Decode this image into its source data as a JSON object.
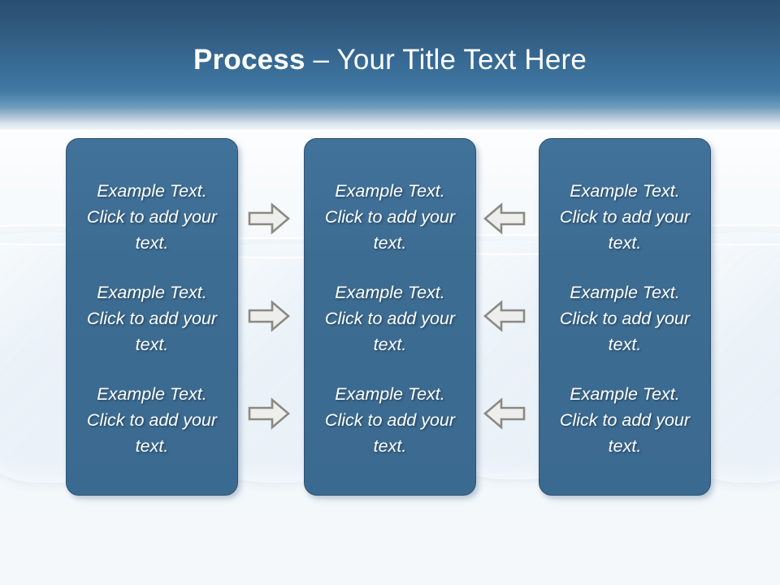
{
  "slide": {
    "title": {
      "bold_part": "Process",
      "dash": " – ",
      "rest": "Your Title Text Here",
      "full": "Process – Your Title Text Here"
    },
    "theme": {
      "header_top_color": "#2a4f73",
      "header_mid_color": "#3f78a3",
      "box_fill_color": "#3d6d93",
      "box_border_color": "#2d5172",
      "box_text_color": "#ffffff",
      "background_color": "#f4f8fb",
      "arrow_fill_color": "#ededeb",
      "arrow_border_color": "#8a8a83"
    },
    "columns": [
      {
        "id": "column-1",
        "cells": [
          {
            "text": "Example Text. Click  to add your text."
          },
          {
            "text": "Example Text. Click  to add your text."
          },
          {
            "text": "Example Text. Click  to add your text."
          }
        ]
      },
      {
        "id": "column-2",
        "cells": [
          {
            "text": "Example Text. Click  to add your text."
          },
          {
            "text": "Example Text. Click  to add your text."
          },
          {
            "text": "Example Text. Click  to add your text."
          }
        ]
      },
      {
        "id": "column-3",
        "cells": [
          {
            "text": "Example Text. Click  to add your text."
          },
          {
            "text": "Example Text. Click  to add your text."
          },
          {
            "text": "Example Text. Click  to add your text."
          }
        ]
      }
    ],
    "arrows": [
      {
        "id": "arrow-c1-r1",
        "direction": "right",
        "icon": "arrow-right-icon"
      },
      {
        "id": "arrow-c1-r2",
        "direction": "right",
        "icon": "arrow-right-icon"
      },
      {
        "id": "arrow-c1-r3",
        "direction": "right",
        "icon": "arrow-right-icon"
      },
      {
        "id": "arrow-c2-r1",
        "direction": "left",
        "icon": "arrow-left-icon"
      },
      {
        "id": "arrow-c2-r2",
        "direction": "left",
        "icon": "arrow-left-icon"
      },
      {
        "id": "arrow-c2-r3",
        "direction": "left",
        "icon": "arrow-left-icon"
      }
    ],
    "decorations": {
      "glassware_count": 4,
      "description": "faint glass bowl silhouettes"
    }
  }
}
